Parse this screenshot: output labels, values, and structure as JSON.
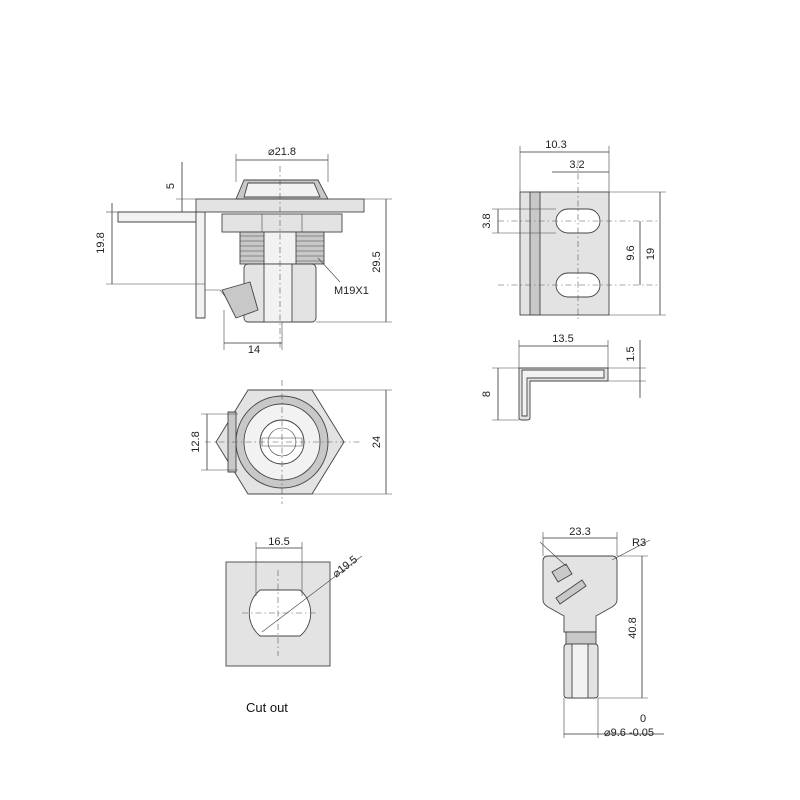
{
  "drawing": {
    "labels": {
      "side_dia": "⌀21.8",
      "side_flange": "5",
      "side_height": "19.8",
      "side_length": "29.5",
      "side_thread": "M19X1",
      "side_base": "14",
      "cam_width": "10.3",
      "cam_slot_offset": "3.2",
      "cam_slot_width": "3.8",
      "cam_slot_pitch": "9.6",
      "cam_height": "19",
      "bend_length": "13.5",
      "bend_thickness": "1.5",
      "bend_height": "8",
      "front_flat": "12.8",
      "front_hex": "24",
      "cut_flat": "16.5",
      "cut_dia": "⌀19.5",
      "cut_caption": "Cut out",
      "key_width": "23.3",
      "key_radius": "R3",
      "key_length": "40.8",
      "key_tol_upper": "0",
      "key_shank": "⌀9.6  -0.05"
    }
  }
}
